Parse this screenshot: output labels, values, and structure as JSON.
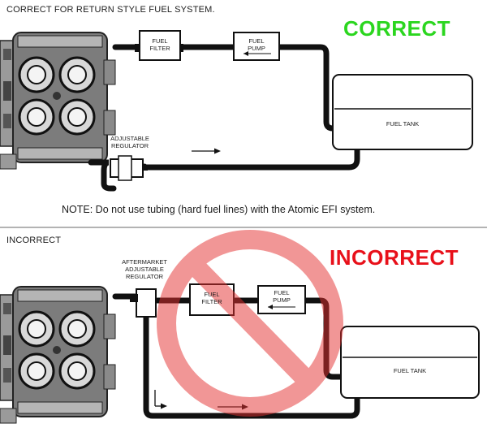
{
  "colors": {
    "correct": "#2bd61f",
    "incorrect": "#e8101a",
    "prohibit": "#f08a8a",
    "line": "#111111"
  },
  "correct_section": {
    "header": "CORRECT FOR RETURN STYLE FUEL SYSTEM.",
    "badge": "CORRECT",
    "fuel_filter": [
      "FUEL",
      "FILTER"
    ],
    "fuel_pump": [
      "FUEL",
      "PUMP"
    ],
    "fuel_tank": "FUEL TANK",
    "regulator": [
      "ADJUSTABLE",
      "REGULATOR"
    ]
  },
  "note": "NOTE: Do not use tubing (hard fuel lines) with the Atomic EFI system.",
  "incorrect_section": {
    "header": "INCORRECT",
    "badge": "INCORRECT",
    "regulator": [
      "AFTERMARKET",
      "ADJUSTABLE",
      "REGULATOR"
    ],
    "fuel_filter": [
      "FUEL",
      "FILTER"
    ],
    "fuel_pump": [
      "FUEL",
      "PUMP"
    ],
    "fuel_tank": "FUEL TANK"
  },
  "icons": [
    "throttle-body-icon",
    "prohibition-icon",
    "flow-arrow-icon"
  ]
}
